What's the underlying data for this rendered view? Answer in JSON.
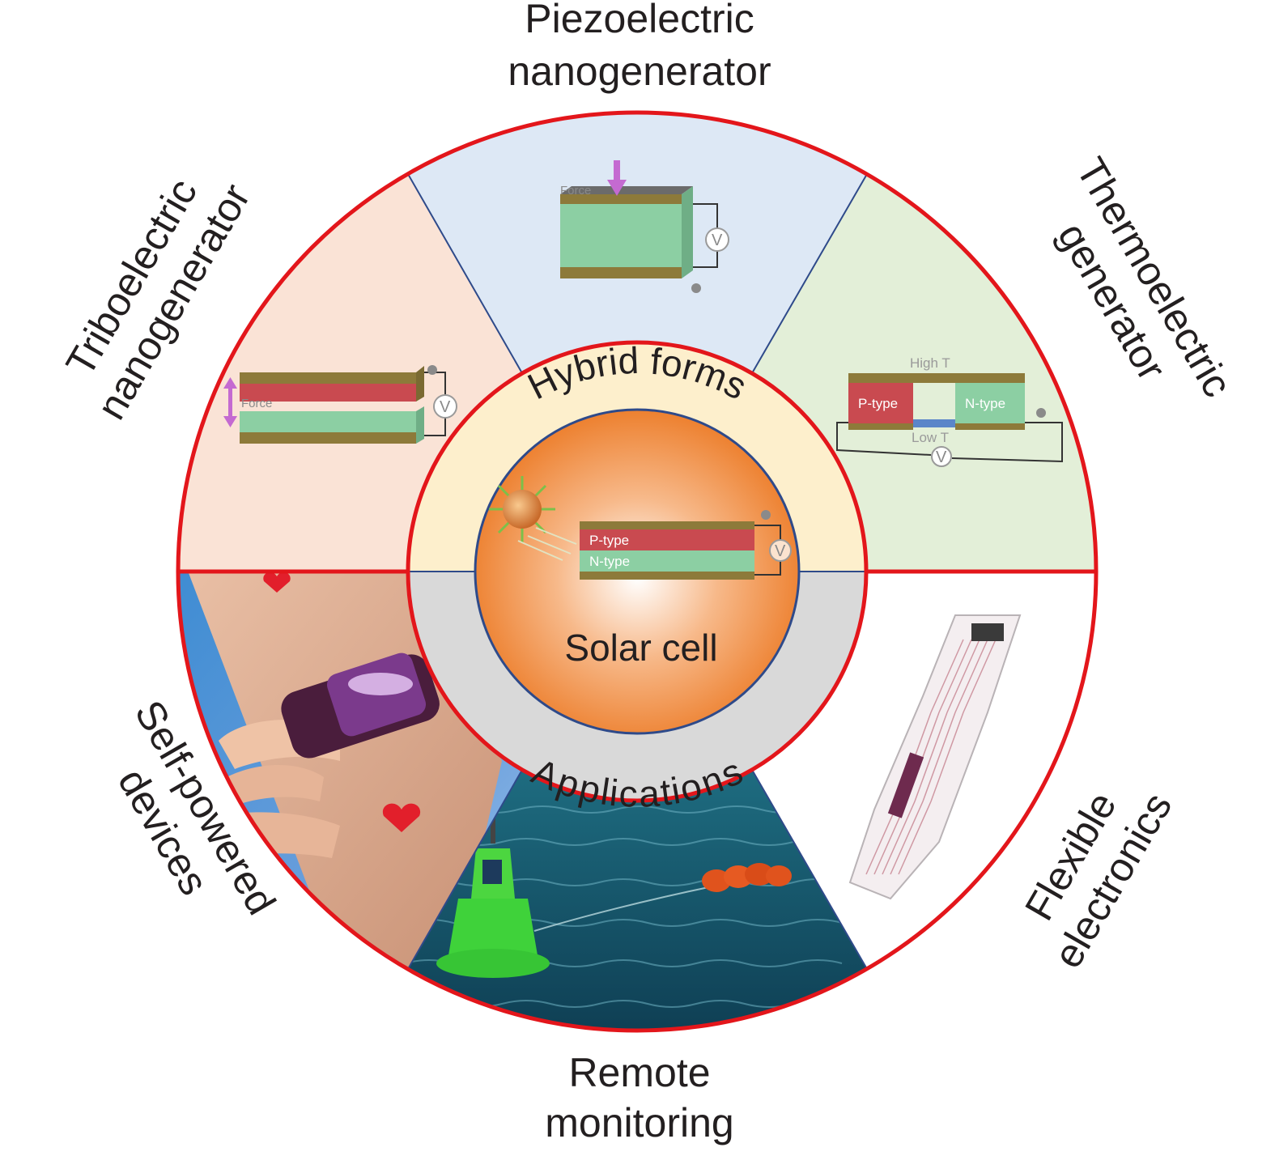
{
  "center": {
    "label": "Solar cell"
  },
  "inner_ring": {
    "top_label": "Hybrid forms",
    "bottom_label": "Applications"
  },
  "sectors": {
    "piezo": {
      "line1": "Piezoelectric",
      "line2": "nanogenerator",
      "force": "Force",
      "volt": "V"
    },
    "tribo": {
      "line1": "Triboelectric",
      "line2": "nanogenerator",
      "force": "Force",
      "volt": "V"
    },
    "thermo": {
      "line1": "Thermoelectric",
      "line2": "generator",
      "p_type": "P-type",
      "n_type": "N-type",
      "high_t": "High T",
      "low_t": "Low T",
      "volt": "V"
    },
    "flexible": {
      "line1": "Flexible",
      "line2": "electronics"
    },
    "remote": {
      "line1": "Remote",
      "line2": "monitoring"
    },
    "self_powered": {
      "line1": "Self-powered",
      "line2": "devices"
    }
  },
  "solar_device": {
    "p_type": "P-type",
    "n_type": "N-type",
    "volt": "V"
  },
  "colors": {
    "ring_red": "#e3161b",
    "divider_blue": "#2e4a8a",
    "piezo_bg": "#dde8f5",
    "thermo_bg": "#e3efd8",
    "tribo_bg": "#fae3d6",
    "hybrid_bg": "#fdefcc",
    "applications_bg": "#d9d9d9",
    "core_orange": "#ee7d2a",
    "p_layer": "#c94a50",
    "n_layer": "#8ccfa3",
    "electrode": "#8d7a3a"
  }
}
